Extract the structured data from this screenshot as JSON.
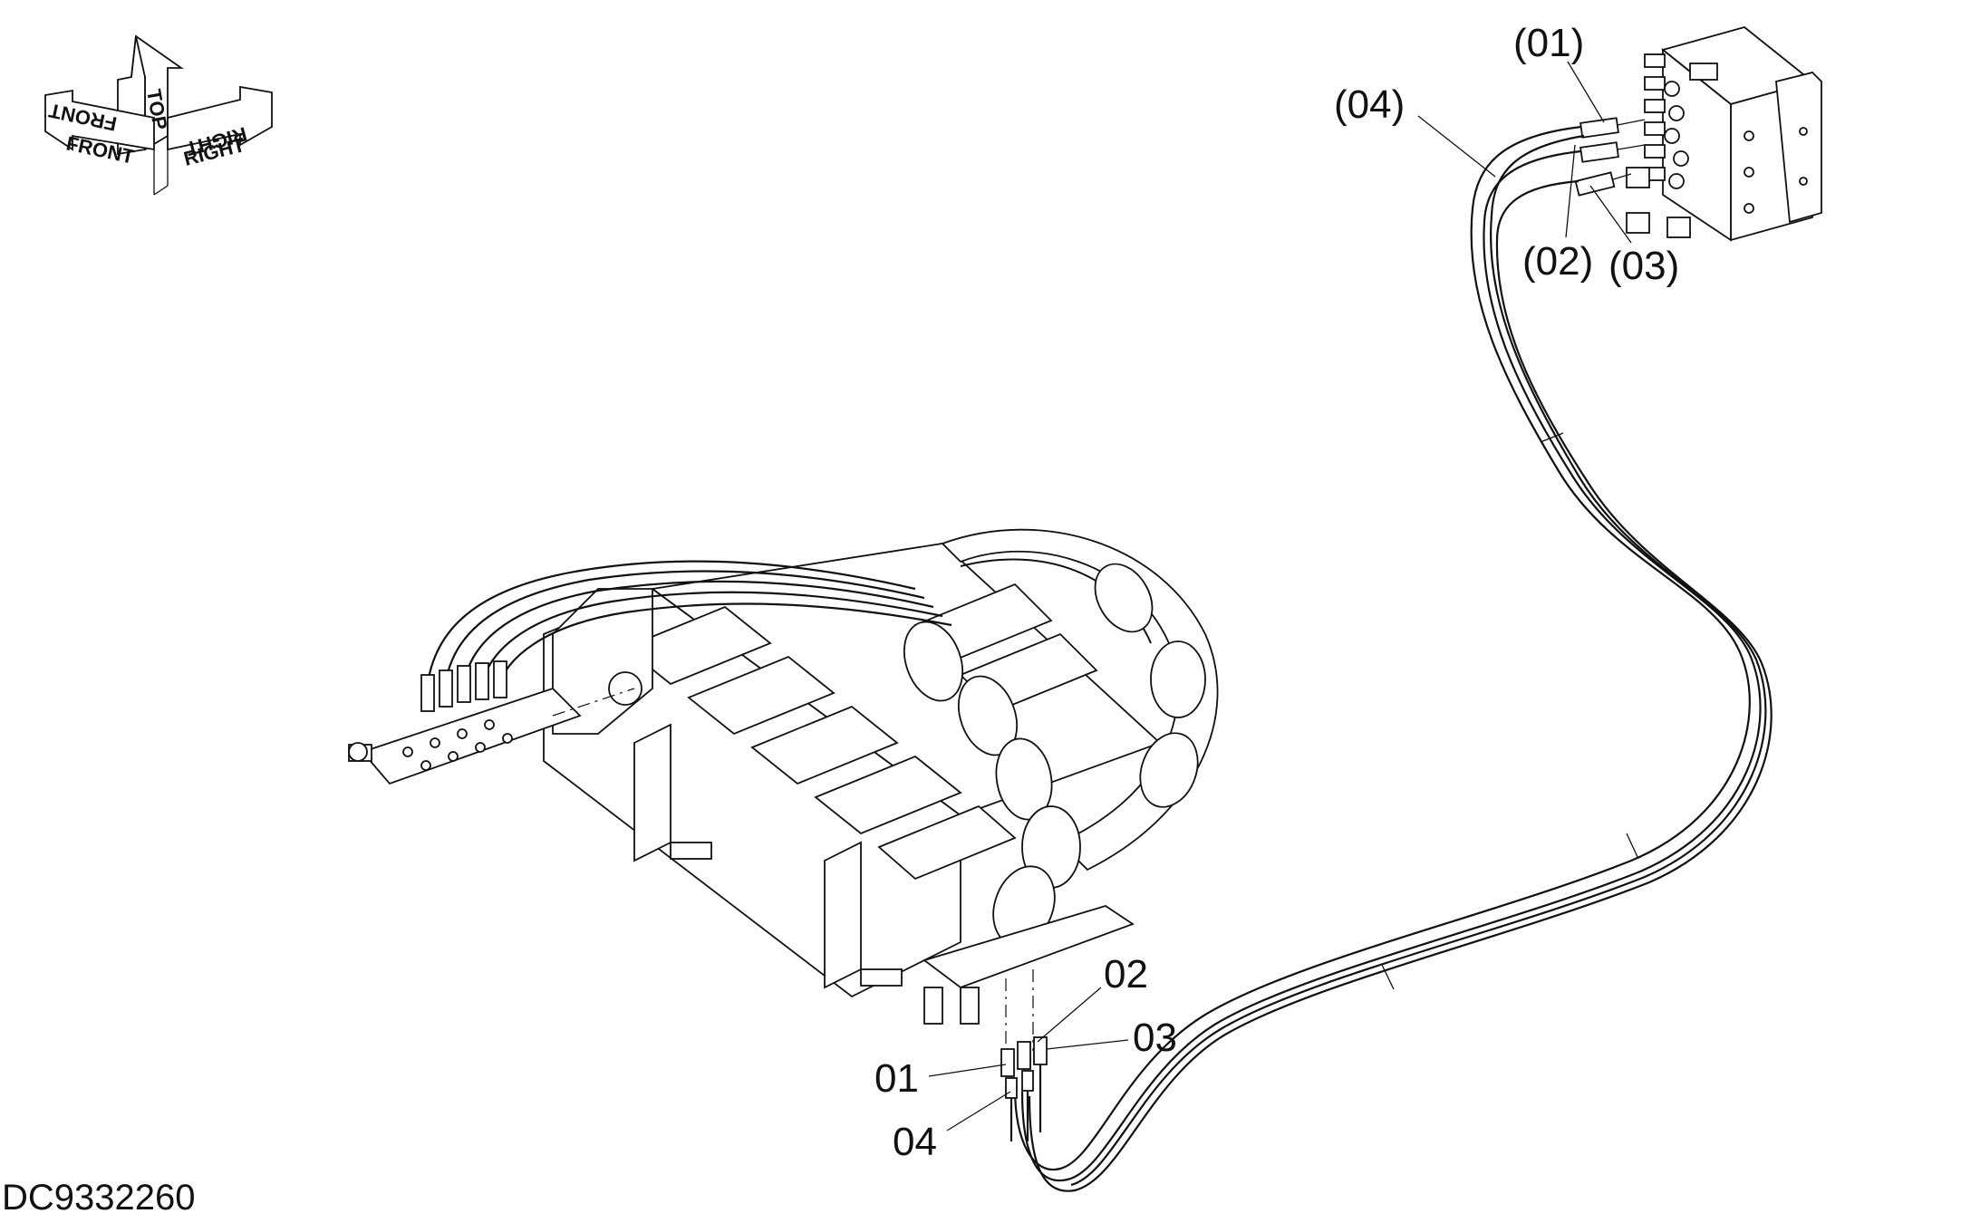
{
  "orientation": {
    "top": "TOP",
    "front": "FRONT",
    "right": "RIGHT"
  },
  "callouts": {
    "c01_paren": "(01)",
    "c02_paren": "(02)",
    "c03_paren": "(03)",
    "c04_paren": "(04)",
    "c01": "01",
    "c02": "02",
    "c03": "03",
    "c04": "04"
  },
  "drawing_code": "DC9332260"
}
